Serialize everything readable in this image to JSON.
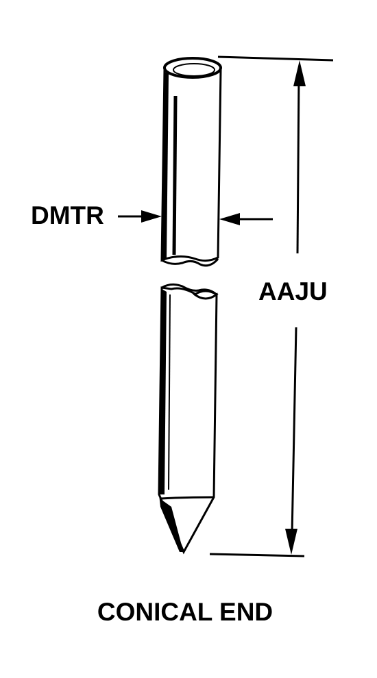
{
  "labels": {
    "diameter": "DMTR",
    "length": "AAJU",
    "caption": "CONICAL END"
  },
  "colors": {
    "ink": "#000000",
    "paper": "#ffffff"
  }
}
